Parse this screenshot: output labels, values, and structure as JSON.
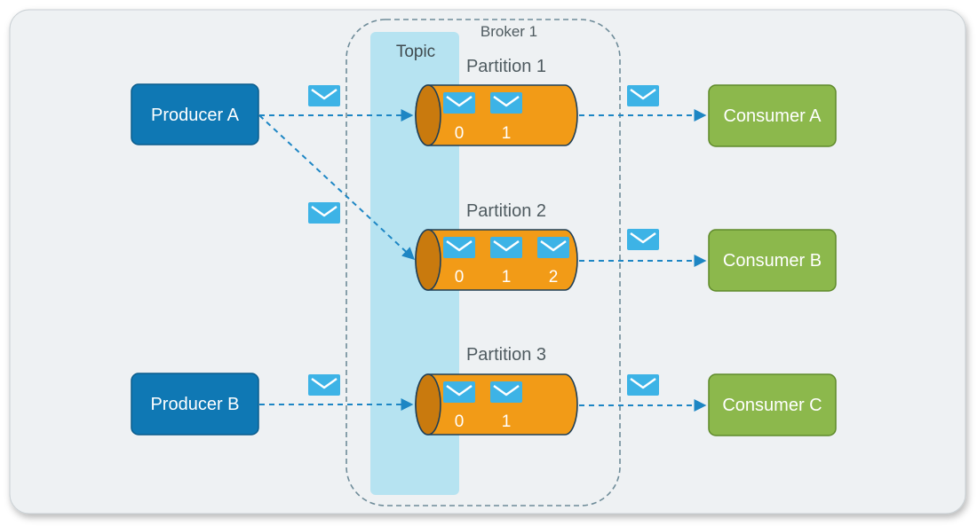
{
  "broker": {
    "label": "Broker 1"
  },
  "topic": {
    "label": "Topic"
  },
  "producers": [
    {
      "id": "a",
      "label": "Producer A"
    },
    {
      "id": "b",
      "label": "Producer B"
    }
  ],
  "partitions": [
    {
      "label": "Partition 1",
      "offsets": [
        "0",
        "1"
      ]
    },
    {
      "label": "Partition 2",
      "offsets": [
        "0",
        "1",
        "2"
      ]
    },
    {
      "label": "Partition 3",
      "offsets": [
        "0",
        "1"
      ]
    }
  ],
  "consumers": [
    {
      "id": "a",
      "label": "Consumer A"
    },
    {
      "id": "b",
      "label": "Consumer B"
    },
    {
      "id": "c",
      "label": "Consumer C"
    }
  ],
  "colors": {
    "producer_fill": "#0f78b4",
    "consumer_fill": "#8cb84c",
    "partition_fill": "#f29b17",
    "topic_band": "#b6e3f1",
    "envelope": "#3db3e6",
    "arrow": "#1d86c4",
    "broker_border": "#6f8c99",
    "panel": "#eef1f3"
  }
}
